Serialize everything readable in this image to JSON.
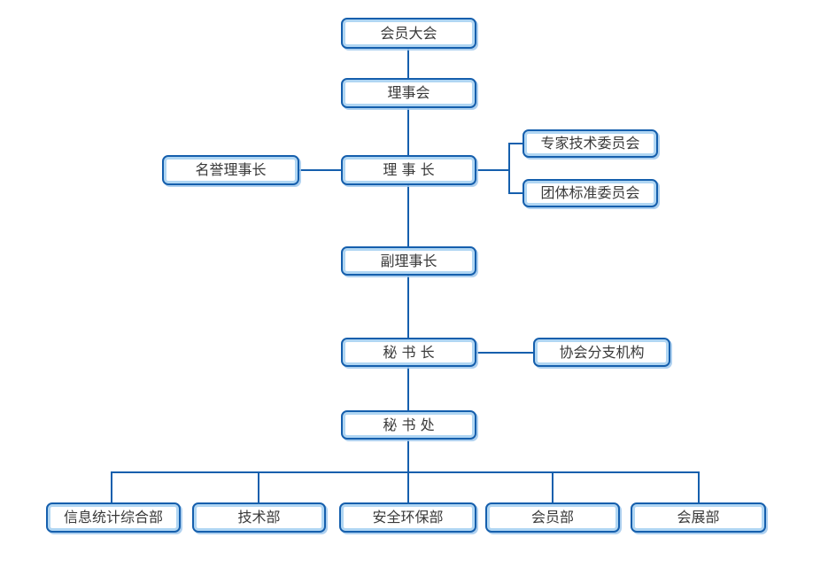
{
  "org_chart": {
    "title": "association-organization-structure",
    "nodes": {
      "members_assembly": "会员大会",
      "council": "理事会",
      "honorary_chairman": "名誉理事长",
      "chairman": "理 事 长",
      "expert_committee": "专家技术委员会",
      "standards_committee": "团体标准委员会",
      "vice_chairman": "副理事长",
      "secretary_general": "秘 书 长",
      "branch_orgs": "协会分支机构",
      "secretariat": "秘 书 处",
      "info_dept": "信息统计综合部",
      "tech_dept": "技术部",
      "safety_dept": "安全环保部",
      "member_dept": "会员部",
      "exhibition_dept": "会展部"
    },
    "colors": {
      "box_border": "#155fad",
      "box_inner_highlight": "#b0d6f3",
      "box_shadow": "#a0c8ec",
      "connector": "#155fad",
      "text": "#3a3a3a",
      "background": "#ffffff"
    }
  }
}
